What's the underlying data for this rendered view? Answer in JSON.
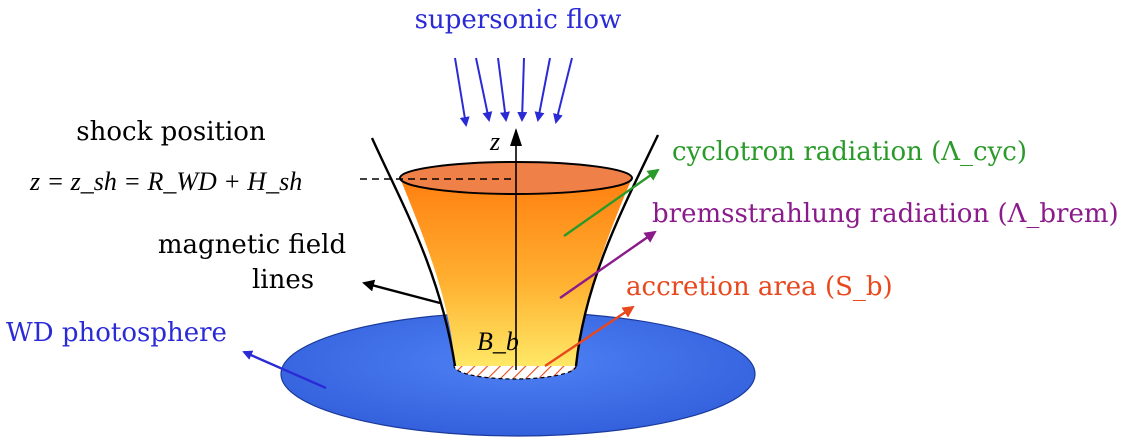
{
  "labels": {
    "supersonic_flow": "supersonic flow",
    "shock_position": "shock position",
    "shock_equation": "z = z_sh = R_WD + H_sh",
    "magnetic_field_lines_1": "magnetic field",
    "magnetic_field_lines_2": "lines",
    "wd_photosphere": "WD photosphere",
    "cyclotron": "cyclotron radiation (Λ_cyc)",
    "bremsstrahlung": "bremsstrahlung radiation (Λ_brem)",
    "accretion_area": "accretion area (S_b)",
    "z_axis": "z",
    "b_field": "B_b"
  },
  "colors": {
    "flow_blue": "#2b2bd6",
    "cyclotron_green": "#2a9a2a",
    "brem_purple": "#8b1a8b",
    "accretion_red": "#e8481e",
    "disk_blue": "#3a68e6",
    "funnel_orange": "#ff8a1e",
    "funnel_yellow": "#ffe055"
  }
}
